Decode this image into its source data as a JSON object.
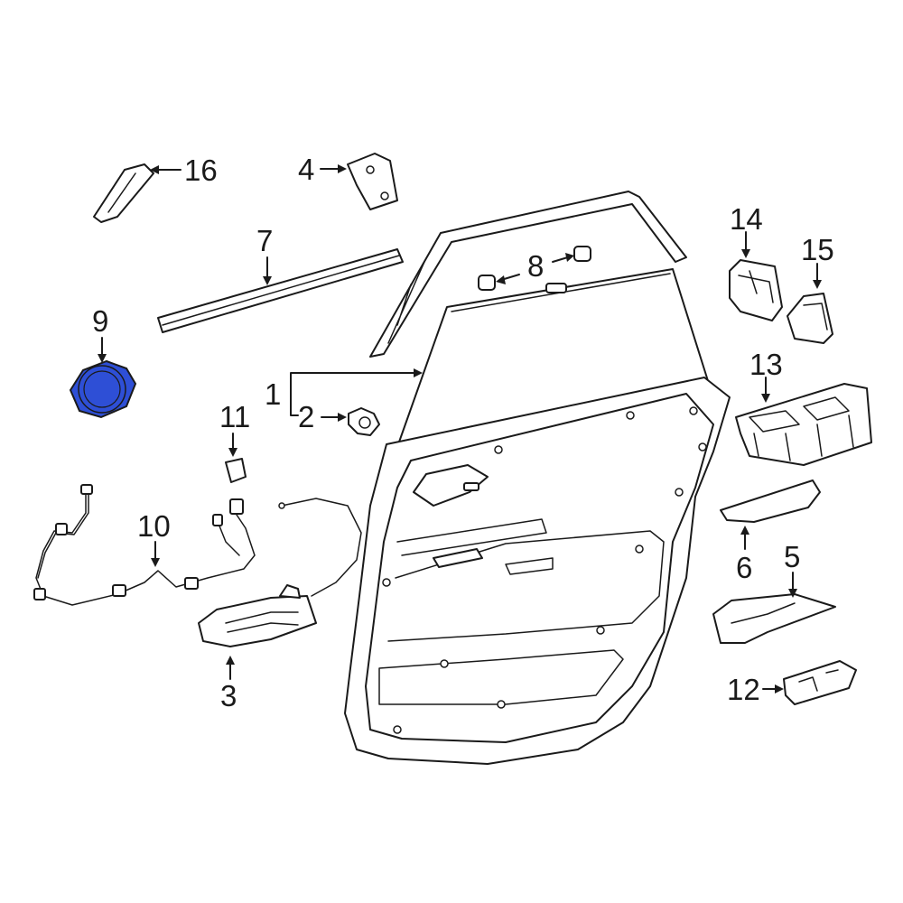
{
  "diagram": {
    "highlight_color": "#2e4fd6",
    "outline_color": "#1a1a1a",
    "highlighted_part": "9",
    "callouts": {
      "c1": "1",
      "c2": "2",
      "c3": "3",
      "c4": "4",
      "c5": "5",
      "c6": "6",
      "c7": "7",
      "c8": "8",
      "c9": "9",
      "c10": "10",
      "c11": "11",
      "c12": "12",
      "c13": "13",
      "c14": "14",
      "c15": "15",
      "c16": "16"
    }
  }
}
